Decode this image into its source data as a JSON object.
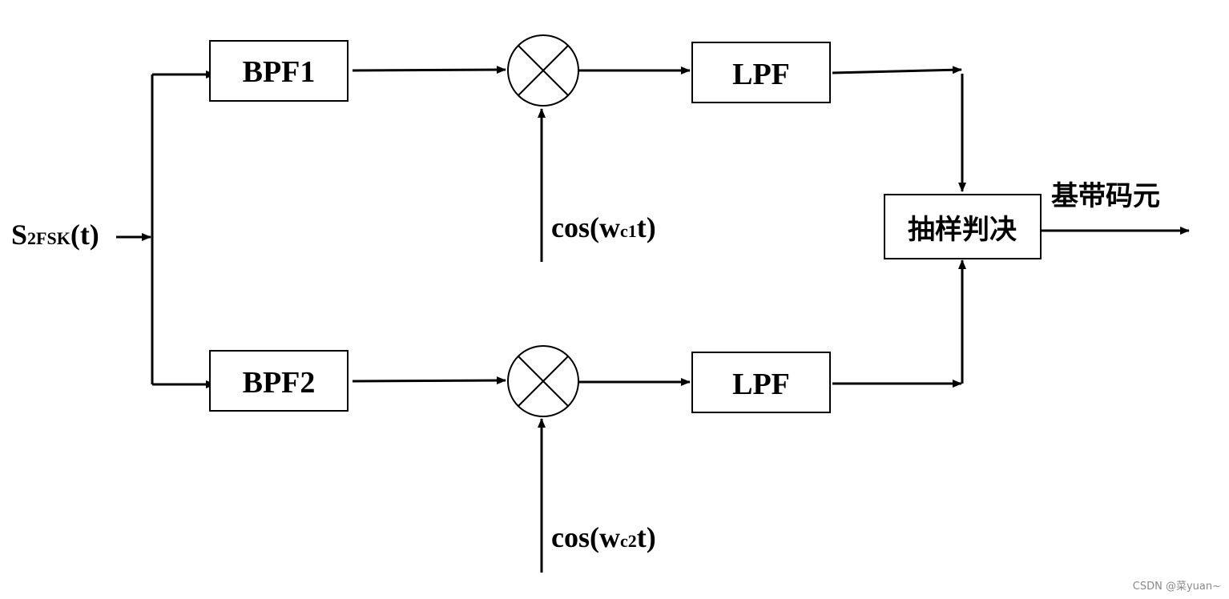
{
  "input_signal": {
    "main": "S",
    "sub": "2FSK",
    "suffix": "(t)"
  },
  "upper_branch": {
    "bpf_label": "BPF1",
    "lpf_label": "LPF",
    "carrier": {
      "prefix": "cos(w",
      "sub": "c1",
      "suffix": "t)"
    }
  },
  "lower_branch": {
    "bpf_label": "BPF2",
    "lpf_label": "LPF",
    "carrier": {
      "prefix": "cos(w",
      "sub": "c2",
      "suffix": "t)"
    }
  },
  "decision_block_label": "抽样判决",
  "output_label": "基带码元",
  "watermark": "CSDN @菜yuan~",
  "colors": {
    "line": "#000000",
    "watermark": "#8a8a8a"
  }
}
